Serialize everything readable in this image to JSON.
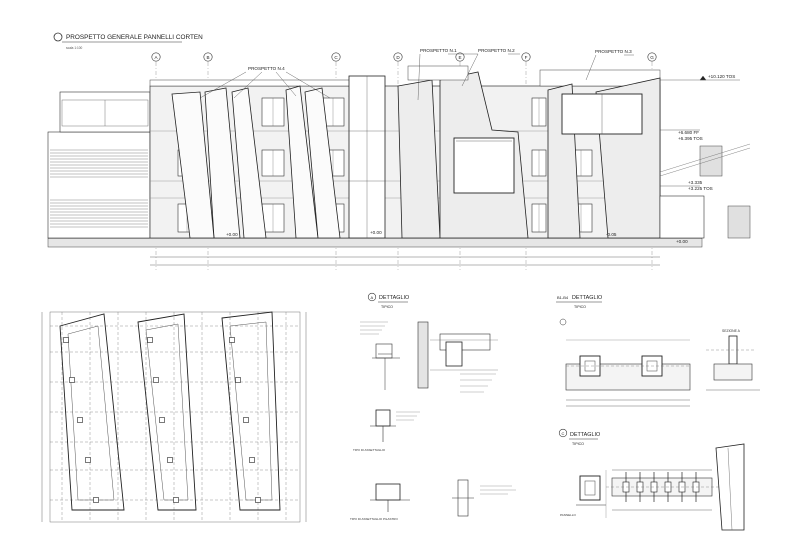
{
  "title": {
    "main": "PROSPETTO GENERALE PANNELLI CORTEN",
    "scale": "scala 1:100"
  },
  "elevation": {
    "axes": [
      "A",
      "B",
      "C",
      "D",
      "E",
      "F",
      "G"
    ],
    "prospetto_labels": [
      "PROSPETTO N.4",
      "PROSPETTO N.1",
      "PROSPETTO N.2",
      "PROSPETTO N.3"
    ],
    "levels": [
      "+10.120 TOS",
      "+6.680 FF",
      "+6.395 TOS",
      "+3.335",
      "+3.225 TOS",
      "+0.00",
      "+0.00",
      "-0.05",
      "+0.00"
    ]
  },
  "details": {
    "A": {
      "number": "A",
      "title": "DETTAGLIO",
      "subtitle": "TIPICO"
    },
    "B": {
      "number": "B1-B4",
      "title": "DETTAGLIO",
      "subtitle": "TIPICO"
    },
    "C": {
      "number": "C",
      "title": "DETTAGLIO",
      "subtitle": "TIPICO"
    }
  },
  "detail_notes": {
    "a1": "TIPO DI ASSETTAGLIO",
    "a2": "TIPO DI ASSETTAGLIO PILASTRO",
    "b1": "SEZIONE A",
    "c1": "PANNELLO"
  },
  "colors": {
    "line": "#333333",
    "light": "#9a9a9a",
    "hatch": "#c8c8c8"
  }
}
